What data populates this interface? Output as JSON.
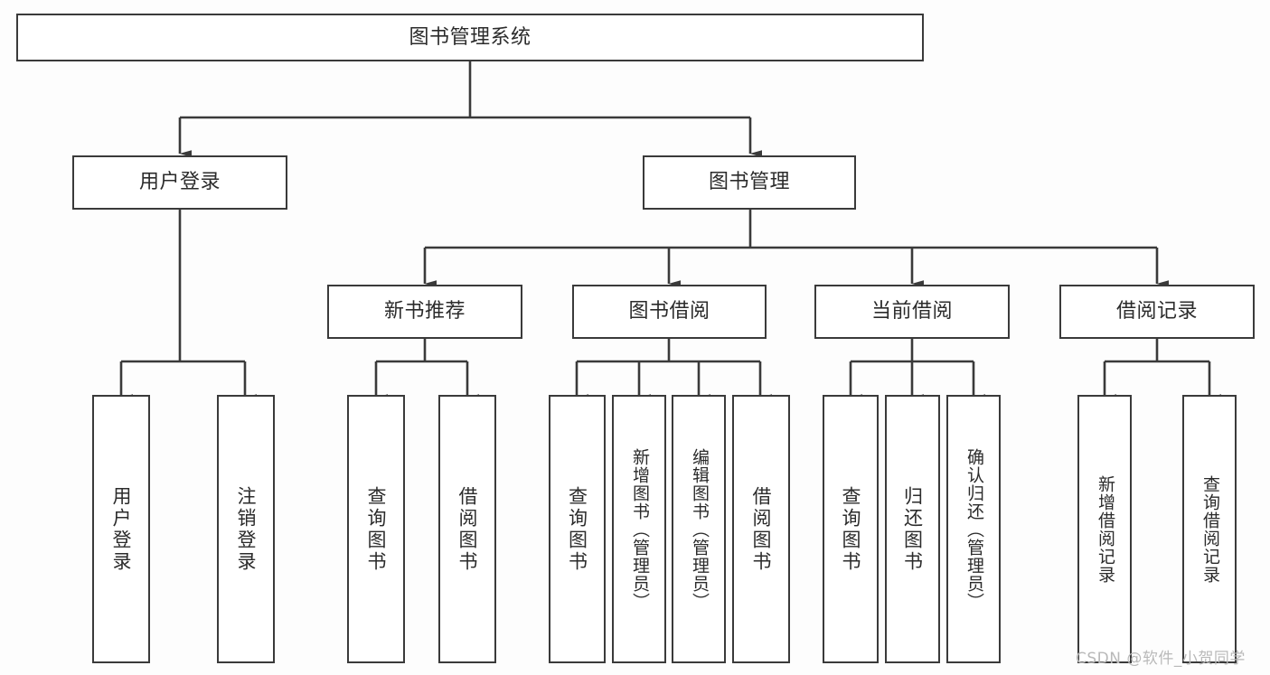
{
  "diagram": {
    "type": "tree",
    "title": "图书管理系统",
    "root": {
      "id": "root",
      "label": "图书管理系统"
    },
    "level2": [
      {
        "id": "user-login",
        "label": "用户登录"
      },
      {
        "id": "book-manage",
        "label": "图书管理"
      }
    ],
    "level3": [
      {
        "id": "new-book-rec",
        "label": "新书推荐",
        "parent": "book-manage"
      },
      {
        "id": "book-borrow",
        "label": "图书借阅",
        "parent": "book-manage"
      },
      {
        "id": "current-borrow",
        "label": "当前借阅",
        "parent": "book-manage"
      },
      {
        "id": "borrow-record",
        "label": "借阅记录",
        "parent": "book-manage"
      }
    ],
    "leaves": [
      {
        "id": "leaf-user-login",
        "label": "用户登录",
        "parent": "user-login"
      },
      {
        "id": "leaf-user-logout",
        "label": "注销登录",
        "parent": "user-login"
      },
      {
        "id": "leaf-query-book-1",
        "label": "查询图书",
        "parent": "new-book-rec"
      },
      {
        "id": "leaf-borrow-book-1",
        "label": "借阅图书",
        "parent": "new-book-rec"
      },
      {
        "id": "leaf-query-book-2",
        "label": "查询图书",
        "parent": "book-borrow"
      },
      {
        "id": "leaf-add-book",
        "label": "新增图书（管理员）",
        "parent": "book-borrow"
      },
      {
        "id": "leaf-edit-book",
        "label": "编辑图书（管理员）",
        "parent": "book-borrow"
      },
      {
        "id": "leaf-borrow-book-2",
        "label": "借阅图书",
        "parent": "book-borrow"
      },
      {
        "id": "leaf-query-book-3",
        "label": "查询图书",
        "parent": "current-borrow"
      },
      {
        "id": "leaf-return-book",
        "label": "归还图书",
        "parent": "current-borrow"
      },
      {
        "id": "leaf-confirm-return",
        "label": "确认归还（管理员）",
        "parent": "current-borrow"
      },
      {
        "id": "leaf-add-record",
        "label": "新增借阅记录",
        "parent": "borrow-record"
      },
      {
        "id": "leaf-query-record",
        "label": "查询借阅记录",
        "parent": "borrow-record"
      }
    ],
    "colors": {
      "stroke": "#3a3a3a",
      "node_fill": "#ffffff",
      "text": "#2b2b2b",
      "background": "#fdfdfd",
      "watermark": "#b9b9b9"
    }
  },
  "watermark": {
    "text": "CSDN @软件_小贺同学"
  }
}
